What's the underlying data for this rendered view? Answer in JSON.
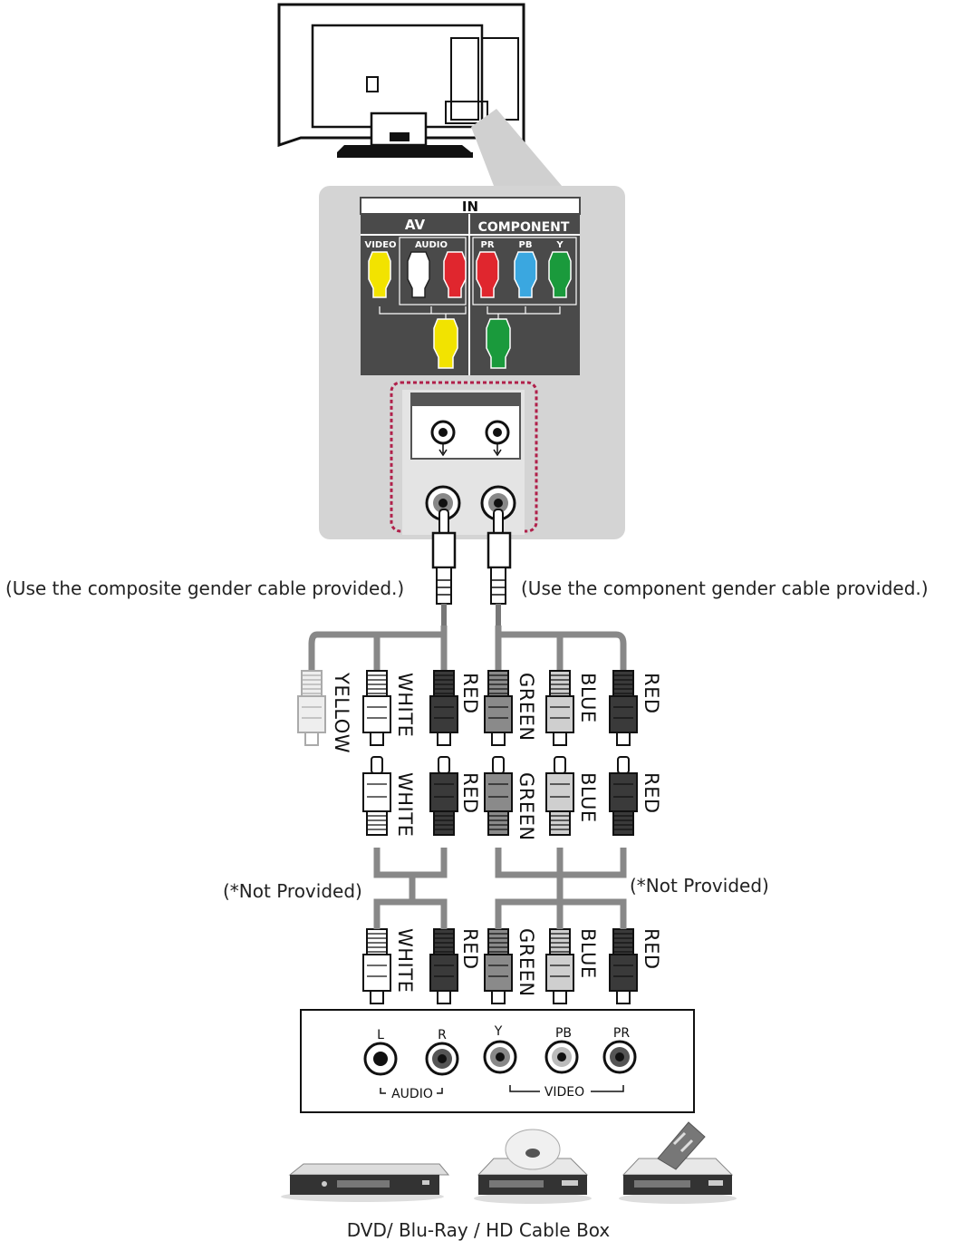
{
  "panel": {
    "in_label": "IN",
    "av_label": "AV",
    "component_label": "COMPONENT",
    "video_label": "VIDEO",
    "audio_label": "AUDIO",
    "pr_label": "PR",
    "pb_label": "PB",
    "y_label": "Y"
  },
  "captions": {
    "composite": "(Use the composite gender cable provided.)",
    "component": "(Use the component gender cable provided.)",
    "not_provided_left": "(*Not Provided)",
    "not_provided_right": "(*Not Provided)",
    "device": "DVD/ Blu-Ray / HD Cable Box"
  },
  "cable_labels": {
    "row1": [
      "YELLOW",
      "WHITE",
      "RED",
      "GREEN",
      "BLUE",
      "RED"
    ],
    "row2": [
      "WHITE",
      "RED",
      "GREEN",
      "BLUE",
      "RED"
    ],
    "row3": [
      "WHITE",
      "RED",
      "GREEN",
      "BLUE",
      "RED"
    ]
  },
  "device_ports": {
    "l": "L",
    "r": "R",
    "y": "Y",
    "pb": "PB",
    "pr": "PR",
    "audio": "AUDIO",
    "video": "VIDEO"
  },
  "colors": {
    "yellow": "#f2e300",
    "white": "#ffffff",
    "red": "#e0262e",
    "blue": "#3aa7e0",
    "green": "#1a9a3c",
    "panel_dark": "#4a4a4a",
    "panel_bg": "#d6d6d6",
    "dotted_border": "#b0204a"
  }
}
